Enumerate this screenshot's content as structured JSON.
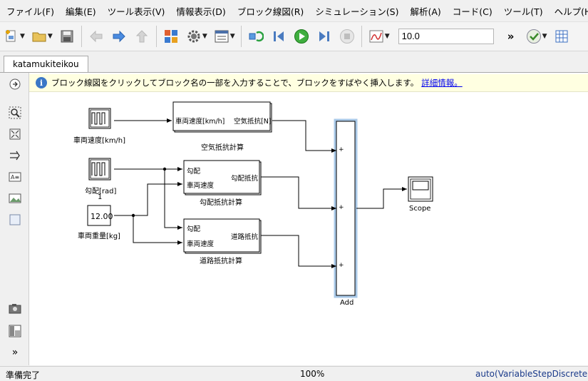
{
  "menu": [
    "ファイル(F)",
    "編集(E)",
    "ツール表示(V)",
    "情報表示(D)",
    "ブロック線図(R)",
    "シミュレーション(S)",
    "解析(A)",
    "コード(C)",
    "ツール(T)",
    "ヘルプ(H)"
  ],
  "toolbar": {
    "stop_time": "10.0",
    "overflow": "»"
  },
  "tabs": [
    "katamukiteikou"
  ],
  "info": {
    "text": "ブロック線図をクリックしてブロック名の一部を入力することで、ブロックをすばやく挿入します。",
    "link": "詳細情報。"
  },
  "blocks": {
    "vehicle_speed_source": {
      "label": "車両速度[km/h]"
    },
    "slope_source": {
      "label": "勾配[rad]",
      "value": "1"
    },
    "weight_constant": {
      "value": "12.00",
      "label": "車両重量[kg]"
    },
    "air_resistance": {
      "in1": "車両速度[km/h]",
      "out1": "空気抵抗[N]",
      "label": "空気抵抗計算"
    },
    "slope_resistance": {
      "in1": "勾配",
      "in2": "車両速度",
      "out1": "勾配抵抗",
      "label": "勾配抵抗計算"
    },
    "road_resistance": {
      "in1": "勾配",
      "in2": "車両速度",
      "out1": "道路抵抗",
      "label": "道路抵抗計算"
    },
    "add": {
      "label": "Add",
      "signs": [
        "+",
        "+",
        "+"
      ]
    },
    "scope": {
      "label": "Scope"
    }
  },
  "status": {
    "left": "準備完了",
    "zoom": "100%",
    "solver": "auto(VariableStepDiscrete"
  }
}
